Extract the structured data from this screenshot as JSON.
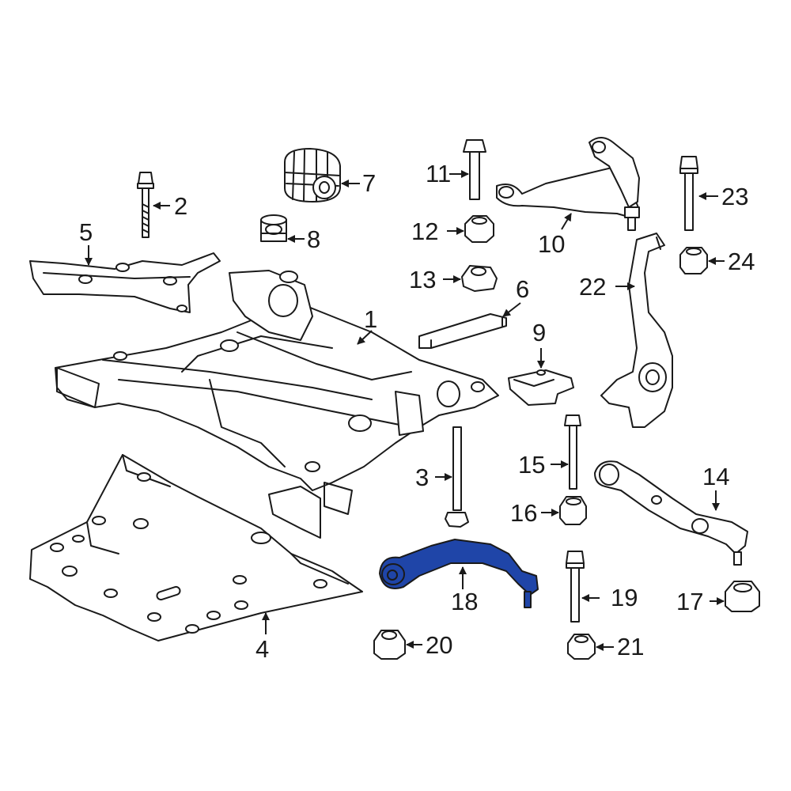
{
  "diagram": {
    "highlight_color": "#1f45a8",
    "line_color": "#1a1a1a",
    "callouts": [
      "1",
      "2",
      "3",
      "4",
      "5",
      "6",
      "7",
      "8",
      "9",
      "10",
      "11",
      "12",
      "13",
      "14",
      "15",
      "16",
      "17",
      "18",
      "19",
      "20",
      "21",
      "22",
      "23",
      "24"
    ]
  }
}
